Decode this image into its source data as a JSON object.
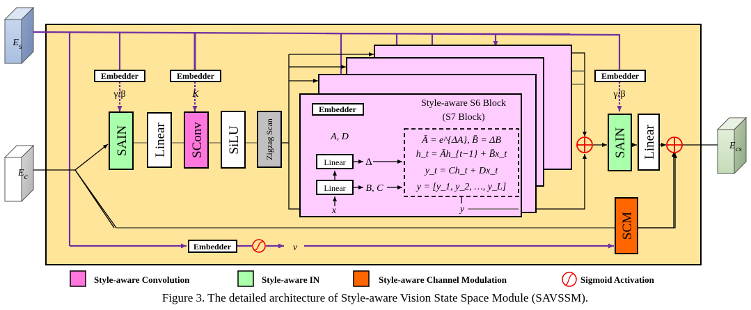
{
  "inputs": {
    "style": {
      "label": "E",
      "sub": "s"
    },
    "content": {
      "label": "E",
      "sub": "c"
    },
    "output": {
      "label": "E",
      "sub": "cs"
    }
  },
  "embedders": {
    "label": "Embedder",
    "sain1_param": "γ/β",
    "sconv_param": "K",
    "sain2_param": "γ/β"
  },
  "blocks": {
    "sain": "SAIN",
    "linear": "Linear",
    "sconv": "SConv",
    "silu": "SiLU",
    "zigzag": "Zigzag Scan",
    "scm": "SCM"
  },
  "s7": {
    "title_line1": "Style-aware S6 Block",
    "title_line2": "(S7 Block)",
    "ad_label": "A, D",
    "linear": "Linear",
    "delta_label": "Δ",
    "bc_label": "B, C",
    "x_label": "x",
    "y_label": "y",
    "equations": [
      "Ā = e^{ΔA}, B̄ = ΔB",
      "h_t = Āh_{t−1} + B̄x_t",
      "y_t = Ch_t + Dx_t",
      "y = [y_1, y_2, …, y_L]"
    ]
  },
  "sigmoid_output": "v",
  "legend": [
    {
      "label": "Style-aware Convolution",
      "color": "#ff77dd"
    },
    {
      "label": "Style-aware IN",
      "color": "#aaffaa"
    },
    {
      "label": "Style-aware Channel Modulation",
      "color": "#ff6600"
    },
    {
      "label": "Sigmoid Activation",
      "color": "#ee0000"
    }
  ],
  "caption": "Figure 3. The detailed architecture of Style-aware Vision State Space Module (SAVSSM).",
  "colors": {
    "module_bg": "#ffe599",
    "s7_fill": "#ffccff",
    "style_path": "#7030a0",
    "adder": "#ee0000",
    "zigzag_fill": "#c0c0c0"
  }
}
